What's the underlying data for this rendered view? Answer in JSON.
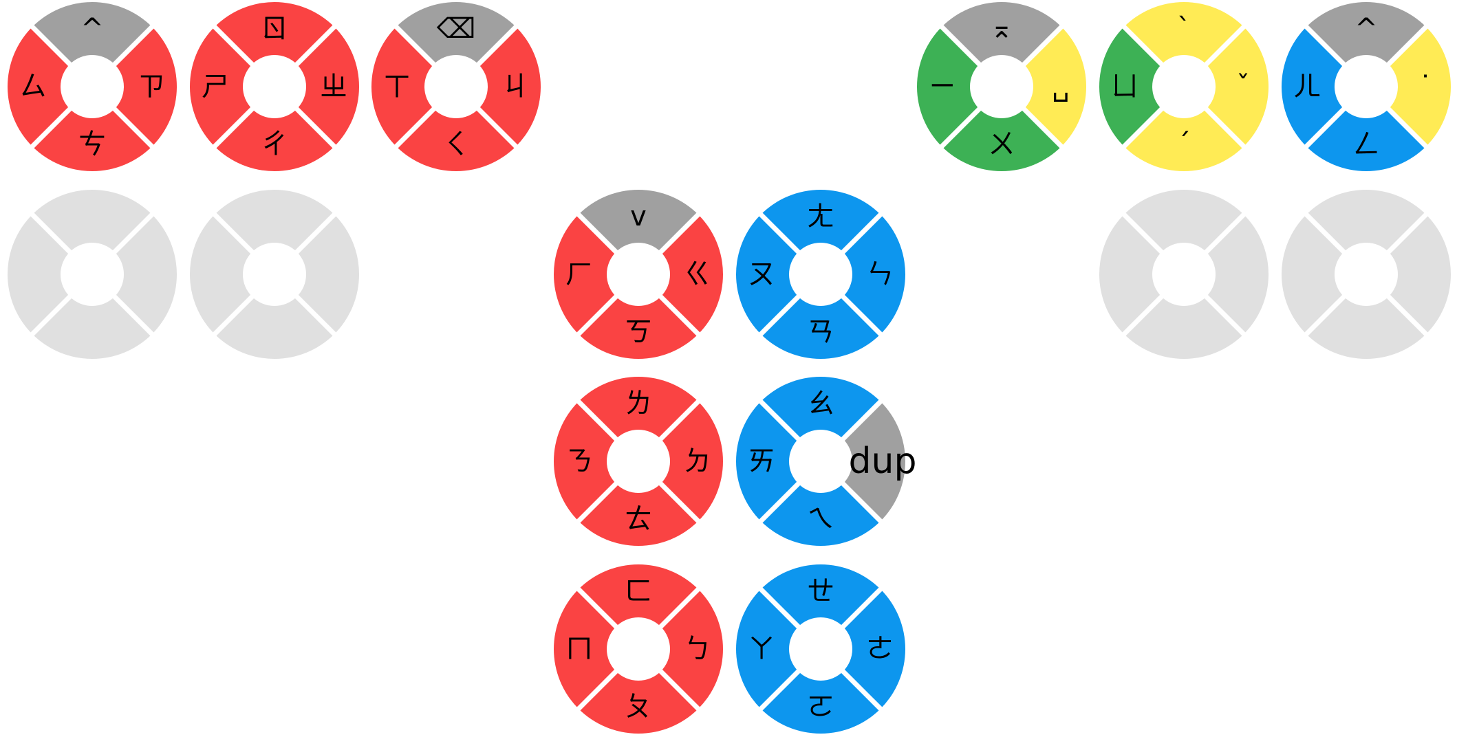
{
  "palette": {
    "red": "#FA4343",
    "gray": "#A0A0A0",
    "green": "#3DB155",
    "yellow": "#FFEB55",
    "blue": "#0D96EE",
    "empty": "#E0E0E0"
  },
  "pads": [
    {
      "id": "pad-s-z-c",
      "top": {
        "label": "^",
        "color": "gray"
      },
      "right": {
        "label": "ㄗ",
        "color": "red"
      },
      "bottom": {
        "label": "ㄘ",
        "color": "red"
      },
      "left": {
        "label": "ㄙ",
        "color": "red"
      }
    },
    {
      "id": "pad-r-zh-ch",
      "top": {
        "label": "ㄖ",
        "color": "red"
      },
      "right": {
        "label": "ㄓ",
        "color": "red"
      },
      "bottom": {
        "label": "ㄔ",
        "color": "red"
      },
      "left": {
        "label": "ㄕ",
        "color": "red"
      }
    },
    {
      "id": "pad-backspace-j-q-x",
      "top": {
        "label": "⌫",
        "color": "gray"
      },
      "right": {
        "label": "ㄐ",
        "color": "red"
      },
      "bottom": {
        "label": "ㄑ",
        "color": "red"
      },
      "left": {
        "label": "ㄒ",
        "color": "red"
      }
    },
    {
      "id": "pad-i-u-space",
      "top": {
        "label": "⌅",
        "color": "gray"
      },
      "right": {
        "label": "␣",
        "color": "yellow"
      },
      "bottom": {
        "label": "ㄨ",
        "color": "green"
      },
      "left": {
        "label": "ㄧ",
        "color": "green"
      }
    },
    {
      "id": "pad-tones",
      "top": {
        "label": "ˋ",
        "color": "yellow"
      },
      "right": {
        "label": "ˇ",
        "color": "yellow"
      },
      "bottom": {
        "label": "ˊ",
        "color": "yellow"
      },
      "left": {
        "label": "ㄩ",
        "color": "green"
      }
    },
    {
      "id": "pad-er-eng",
      "top": {
        "label": "^",
        "color": "gray"
      },
      "right": {
        "label": "˙",
        "color": "yellow"
      },
      "bottom": {
        "label": "ㄥ",
        "color": "blue"
      },
      "left": {
        "label": "ㄦ",
        "color": "blue"
      }
    },
    {
      "id": "pad-empty-1",
      "empty": true
    },
    {
      "id": "pad-empty-2",
      "empty": true
    },
    {
      "id": "pad-h-g-k",
      "top": {
        "label": "v",
        "color": "gray"
      },
      "right": {
        "label": "ㄍ",
        "color": "red"
      },
      "bottom": {
        "label": "ㄎ",
        "color": "red"
      },
      "left": {
        "label": "ㄏ",
        "color": "red"
      }
    },
    {
      "id": "pad-ang-en-an-ou",
      "top": {
        "label": "ㄤ",
        "color": "blue"
      },
      "right": {
        "label": "ㄣ",
        "color": "blue"
      },
      "bottom": {
        "label": "ㄢ",
        "color": "blue"
      },
      "left": {
        "label": "ㄡ",
        "color": "blue"
      }
    },
    {
      "id": "pad-empty-3",
      "empty": true
    },
    {
      "id": "pad-empty-4",
      "empty": true
    },
    {
      "id": "pad-l-d-t-n",
      "top": {
        "label": "ㄌ",
        "color": "red"
      },
      "right": {
        "label": "ㄉ",
        "color": "red"
      },
      "bottom": {
        "label": "ㄊ",
        "color": "red"
      },
      "left": {
        "label": "ㄋ",
        "color": "red"
      }
    },
    {
      "id": "pad-ao-dup-ei-ai",
      "top": {
        "label": "ㄠ",
        "color": "blue"
      },
      "right": {
        "label": "dup",
        "color": "gray"
      },
      "bottom": {
        "label": "ㄟ",
        "color": "blue"
      },
      "left": {
        "label": "ㄞ",
        "color": "blue"
      }
    },
    {
      "id": "pad-f-b-p-m",
      "top": {
        "label": "ㄈ",
        "color": "red"
      },
      "right": {
        "label": "ㄅ",
        "color": "red"
      },
      "bottom": {
        "label": "ㄆ",
        "color": "red"
      },
      "left": {
        "label": "ㄇ",
        "color": "red"
      }
    },
    {
      "id": "pad-eh-e-o-a",
      "top": {
        "label": "ㄝ",
        "color": "blue"
      },
      "right": {
        "label": "ㄜ",
        "color": "blue"
      },
      "bottom": {
        "label": "ㄛ",
        "color": "blue"
      },
      "left": {
        "label": "ㄚ",
        "color": "blue"
      }
    }
  ]
}
